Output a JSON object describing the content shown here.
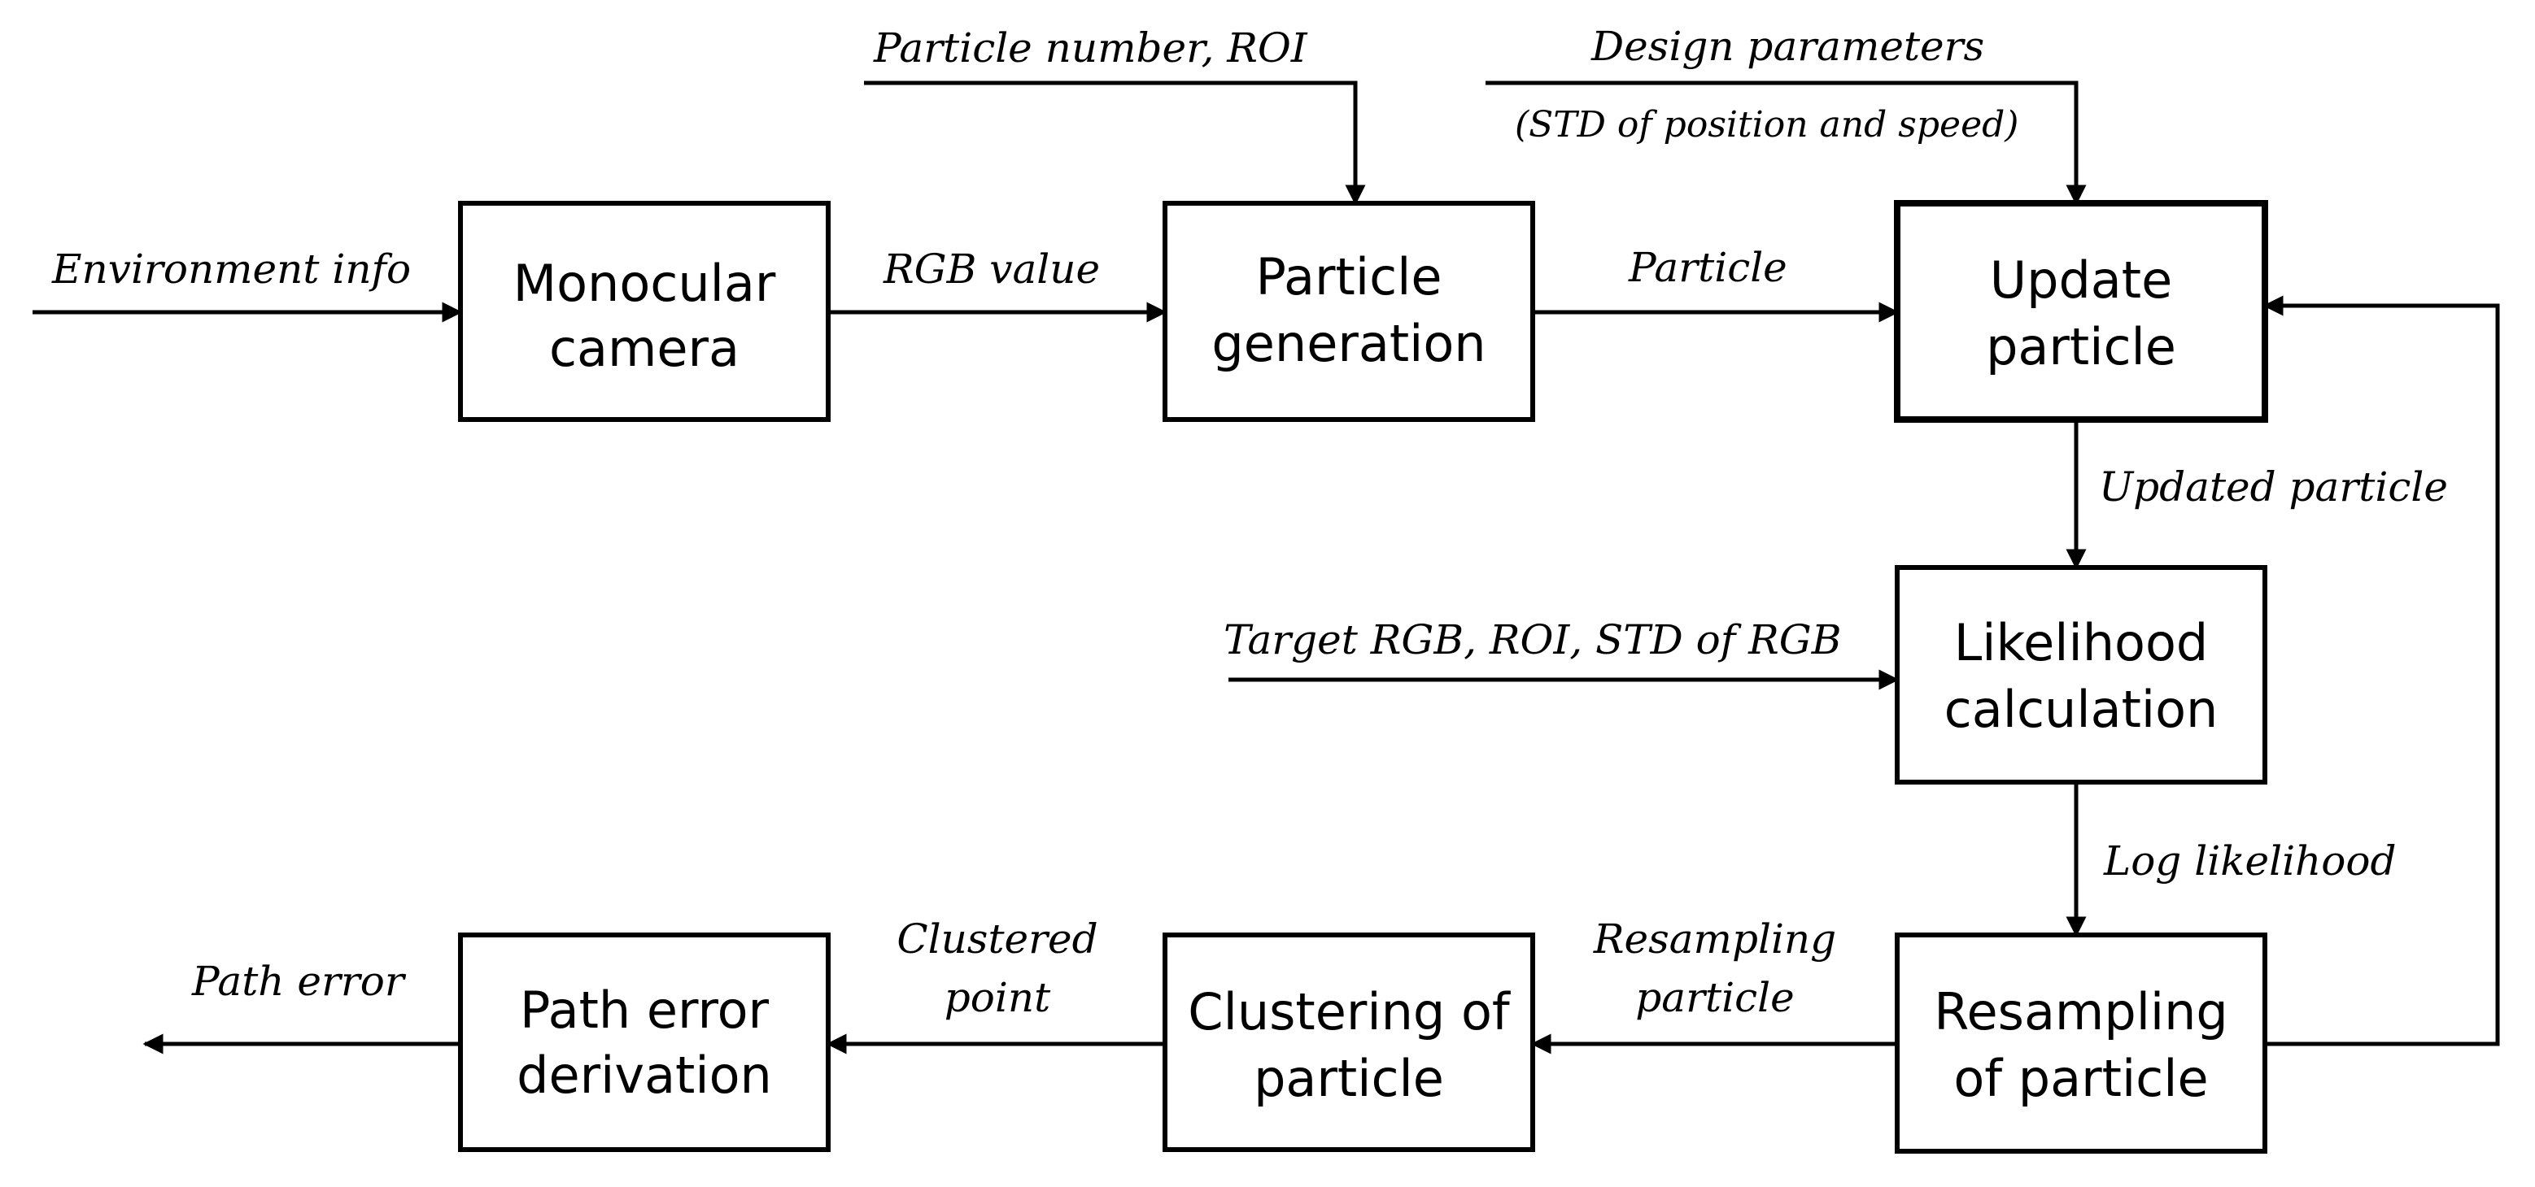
{
  "boxes": {
    "monocular_camera": [
      "Monocular",
      "camera"
    ],
    "particle_generation": [
      "Particle",
      "generation"
    ],
    "update_particle": [
      "Update",
      "particle"
    ],
    "likelihood_calculation": [
      "Likelihood",
      "calculation"
    ],
    "resampling_of_particle": [
      "Resampling",
      "of particle"
    ],
    "clustering_of_particle": [
      "Clustering of",
      "particle"
    ],
    "path_error_derivation": [
      "Path error",
      "derivation"
    ]
  },
  "labels": {
    "environment_info": "Environment info",
    "rgb_value": "RGB value",
    "particle_number_roi": "Particle number, ROI",
    "particle": "Particle",
    "design_parameters": "Design parameters",
    "design_parameters_detail": "(STD of position and speed)",
    "updated_particle": "Updated particle",
    "target_rgb_roi_std": "Target RGB, ROI, STD of RGB",
    "log_likelihood": "Log likelihood",
    "resampling_particle": [
      "Resampling",
      "particle"
    ],
    "clustered_point": [
      "Clustered",
      "point"
    ],
    "path_error": "Path error"
  }
}
